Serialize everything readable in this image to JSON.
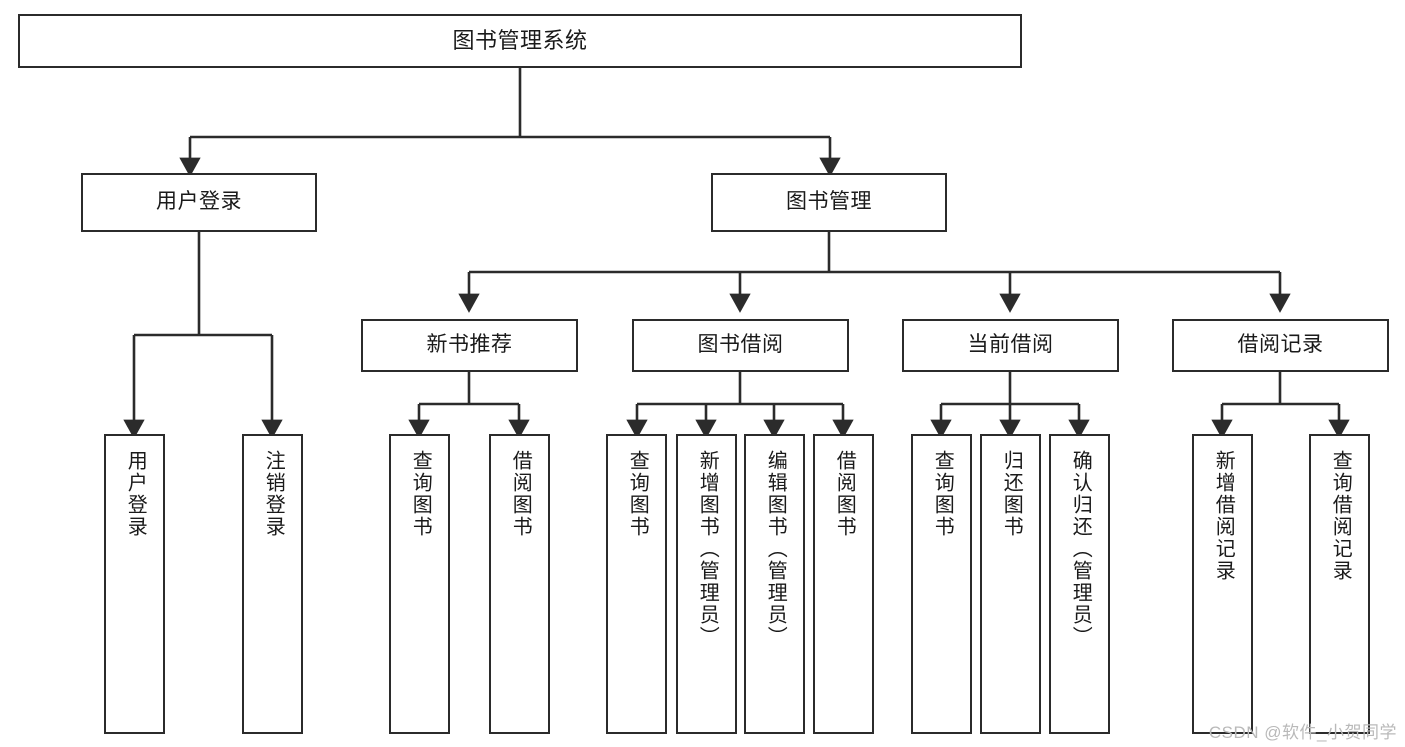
{
  "diagram": {
    "title": "图书管理系统",
    "type": "tree",
    "watermark": "CSDN @软件_小贺同学",
    "colors": {
      "box_border": "#2b2b2b",
      "box_fill": "#ffffff",
      "edge": "#2b2b2b",
      "text": "#1a1a1a",
      "watermark": "#b9b9b9",
      "background": "#ffffff"
    },
    "levels": {
      "root": {
        "label": "图书管理系统"
      },
      "level2": [
        {
          "id": "user-login",
          "label": "用户登录"
        },
        {
          "id": "book-management",
          "label": "图书管理"
        }
      ],
      "level3": [
        {
          "id": "new-book-recommend",
          "label": "新书推荐",
          "parent": "book-management"
        },
        {
          "id": "book-borrow",
          "label": "图书借阅",
          "parent": "book-management"
        },
        {
          "id": "current-borrow",
          "label": "当前借阅",
          "parent": "book-management"
        },
        {
          "id": "borrow-record",
          "label": "借阅记录",
          "parent": "book-management"
        }
      ],
      "leaves": [
        {
          "id": "leaf-user-login",
          "label": "用户登录",
          "parent": "user-login"
        },
        {
          "id": "leaf-logout-login",
          "label": "注销登录",
          "parent": "user-login"
        },
        {
          "id": "leaf-query-book-1",
          "label": "查询图书",
          "parent": "new-book-recommend"
        },
        {
          "id": "leaf-borrow-book-1",
          "label": "借阅图书",
          "parent": "new-book-recommend"
        },
        {
          "id": "leaf-query-book-2",
          "label": "查询图书",
          "parent": "book-borrow"
        },
        {
          "id": "leaf-add-book",
          "label": "新增图书（管理员）",
          "parent": "book-borrow"
        },
        {
          "id": "leaf-edit-book",
          "label": "编辑图书（管理员）",
          "parent": "book-borrow"
        },
        {
          "id": "leaf-borrow-book-2",
          "label": "借阅图书",
          "parent": "book-borrow"
        },
        {
          "id": "leaf-query-book-3",
          "label": "查询图书",
          "parent": "current-borrow"
        },
        {
          "id": "leaf-return-book",
          "label": "归还图书",
          "parent": "current-borrow"
        },
        {
          "id": "leaf-confirm-return",
          "label": "确认归还（管理员）",
          "parent": "current-borrow"
        },
        {
          "id": "leaf-add-record",
          "label": "新增借阅记录",
          "parent": "borrow-record"
        },
        {
          "id": "leaf-query-record",
          "label": "查询借阅记录",
          "parent": "borrow-record"
        }
      ]
    }
  }
}
